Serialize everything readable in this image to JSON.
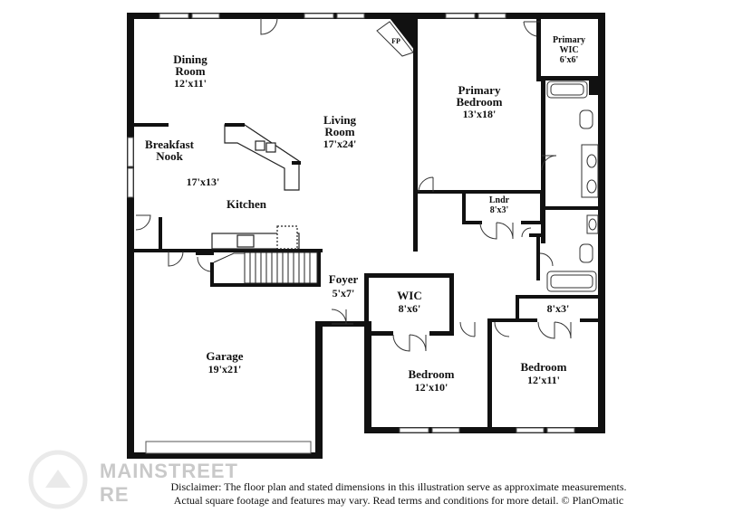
{
  "rooms": {
    "dining": {
      "name": "Dining\nRoom",
      "dim": "12'x11'"
    },
    "living": {
      "name": "Living\nRoom",
      "dim": "17'x24'"
    },
    "breakfast": {
      "name": "Breakfast\nNook",
      "dim": "17'x13'"
    },
    "kitchen": {
      "name": "Kitchen"
    },
    "fp": {
      "name": "FP"
    },
    "primary_bedroom": {
      "name": "Primary\nBedroom",
      "dim": "13'x18'"
    },
    "primary_wic": {
      "name": "Primary\nWIC",
      "dim": "6'x6'"
    },
    "laundry": {
      "name": "Lndr",
      "dim": "8'x3'"
    },
    "foyer": {
      "name": "Foyer",
      "dim": "5'x7'"
    },
    "wic": {
      "name": "WIC",
      "dim": "8'x6'"
    },
    "closet": {
      "dim": "8'x3'"
    },
    "garage": {
      "name": "Garage",
      "dim": "19'x21'"
    },
    "bedroom1": {
      "name": "Bedroom",
      "dim": "12'x10'"
    },
    "bedroom2": {
      "name": "Bedroom",
      "dim": "12'x11'"
    }
  },
  "disclaimer": {
    "line1": "Disclaimer: The floor plan and stated dimensions in this illustration serve as approximate measurements.",
    "line2": "Actual square footage and features may vary. Read terms and conditions for more detail. © PlanOmatic"
  },
  "watermark": {
    "text": "MAINSTREET",
    "subtext": "RE"
  },
  "colors": {
    "wall": "#111111",
    "fixture": "#444444",
    "background": "#ffffff"
  }
}
